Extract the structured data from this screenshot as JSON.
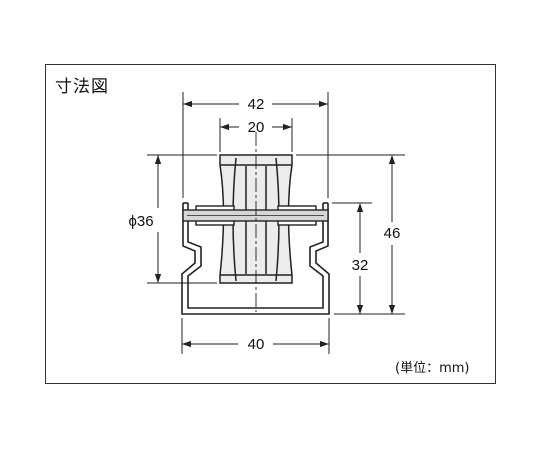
{
  "title": "寸法図",
  "unit_label": "(単位：mm)",
  "dimensions": {
    "overall_width": "42",
    "wheel_width": "20",
    "wheel_diameter": "ϕ36",
    "overall_height": "46",
    "bracket_height": "32",
    "base_width": "40"
  },
  "colors": {
    "line": "#222222",
    "wheel_fill": "#e6e6e6",
    "axle_fill": "#cfcfcf"
  }
}
